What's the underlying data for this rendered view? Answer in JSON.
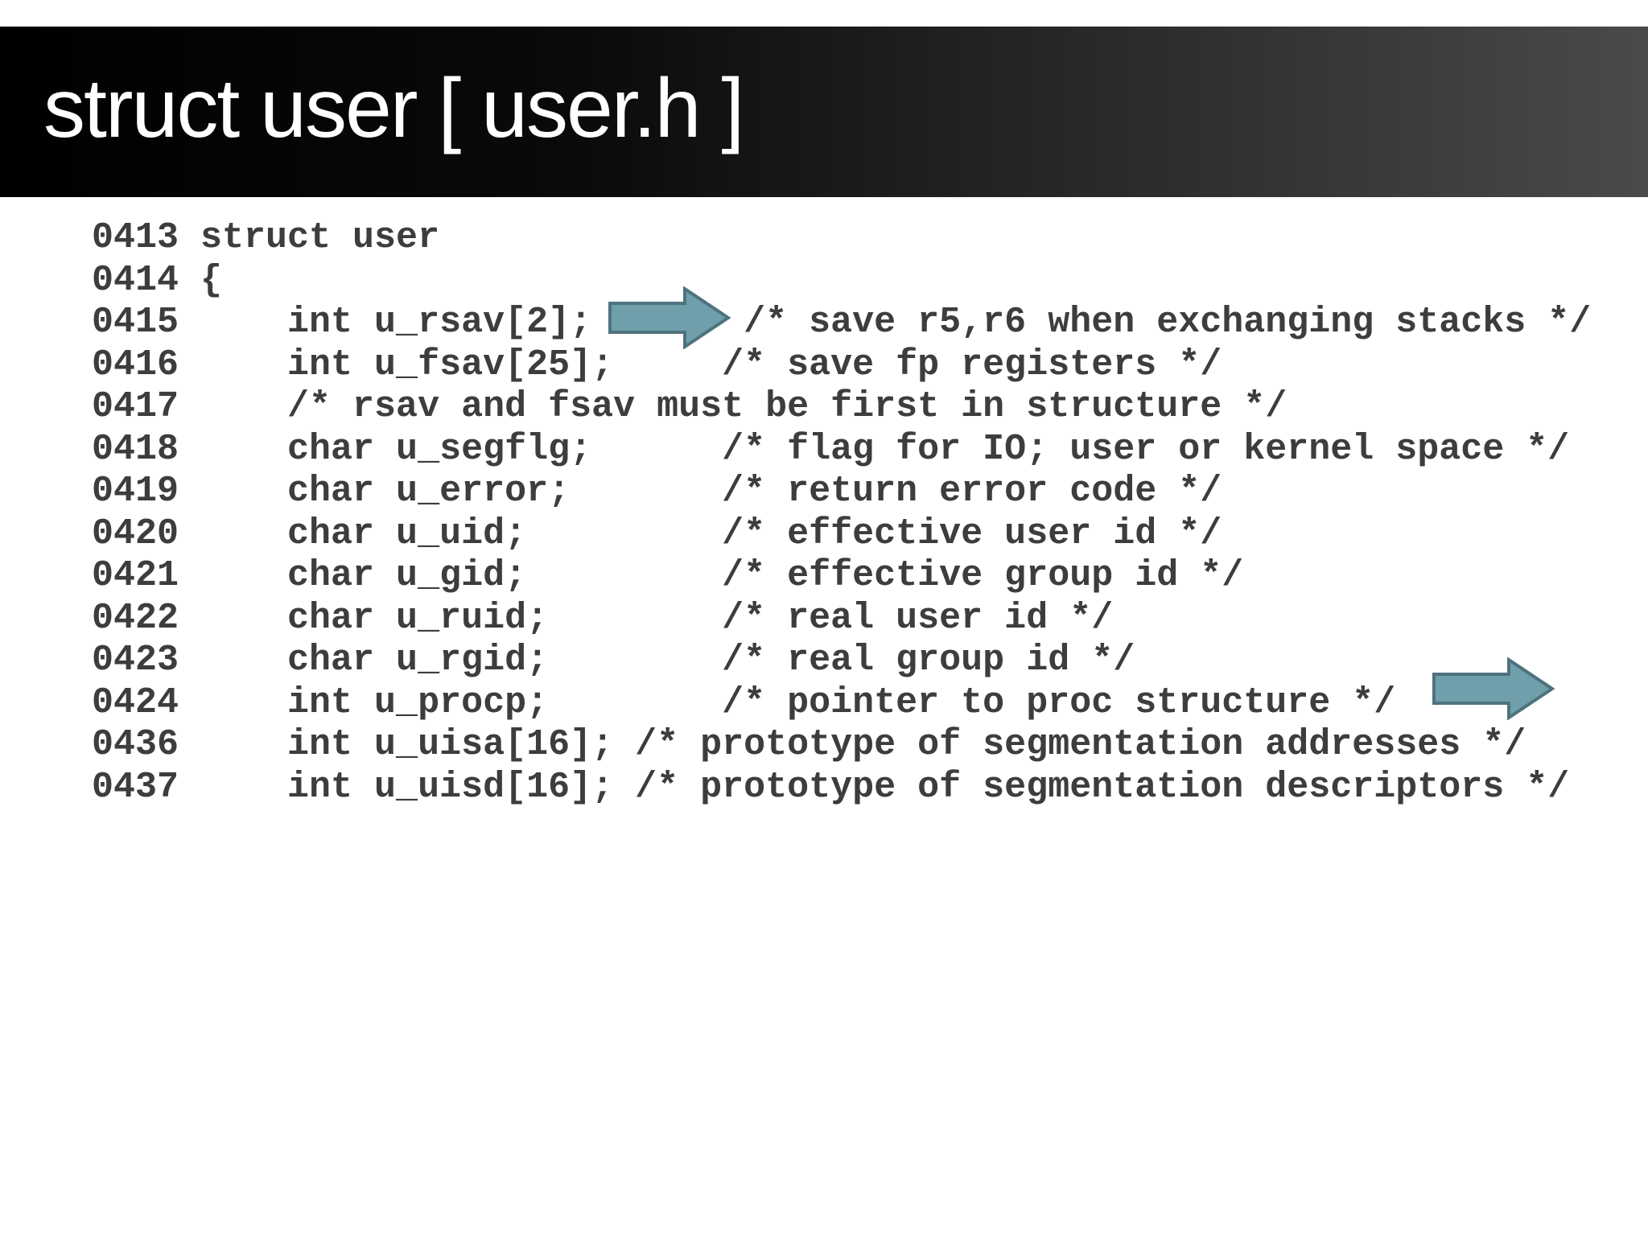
{
  "slide": {
    "title": "struct user [ user.h ]"
  },
  "code": {
    "lines": [
      {
        "number": "0413",
        "text": "0413 struct user",
        "arrow": null
      },
      {
        "number": "0414",
        "text": "0414 {",
        "arrow": null
      },
      {
        "number": "0415",
        "text": "0415     int u_rsav[2];       /* save r5,r6 when exchanging stacks */",
        "arrow": "right-arrow-after-declaration"
      },
      {
        "number": "0416",
        "text": "0416     int u_fsav[25];     /* save fp registers */",
        "arrow": null
      },
      {
        "number": "0417",
        "text": "0417     /* rsav and fsav must be first in structure */",
        "arrow": null
      },
      {
        "number": "0418",
        "text": "0418     char u_segflg;      /* flag for IO; user or kernel space */",
        "arrow": null
      },
      {
        "number": "0419",
        "text": "0419     char u_error;       /* return error code */",
        "arrow": null
      },
      {
        "number": "0420",
        "text": "0420     char u_uid;         /* effective user id */",
        "arrow": null
      },
      {
        "number": "0421",
        "text": "0421     char u_gid;         /* effective group id */",
        "arrow": null
      },
      {
        "number": "0422",
        "text": "0422     char u_ruid;        /* real user id */",
        "arrow": null
      },
      {
        "number": "0423",
        "text": "0423     char u_rgid;        /* real group id */",
        "arrow": null
      },
      {
        "number": "0424",
        "text": "0424     int u_procp;        /* pointer to proc structure */",
        "arrow": "right-arrow-after-comment"
      },
      {
        "number": "0436",
        "text": "0436     int u_uisa[16]; /* prototype of segmentation addresses */",
        "arrow": null
      },
      {
        "number": "0437",
        "text": "0437     int u_uisd[16]; /* prototype of segmentation descriptors */",
        "arrow": null
      }
    ]
  },
  "icons": [
    {
      "name": "right-arrow-icon",
      "points_at_line": "0415"
    },
    {
      "name": "right-arrow-icon",
      "points_at_line": "0424"
    }
  ],
  "colors": {
    "background": "#ffffff",
    "header_gradient_left": "#000000",
    "header_gradient_right": "#4a4a4a",
    "title_text": "#ffffff",
    "code_text": "#3d3d3d",
    "arrow_fill": "#6f9fab",
    "arrow_border": "#4e737d"
  }
}
